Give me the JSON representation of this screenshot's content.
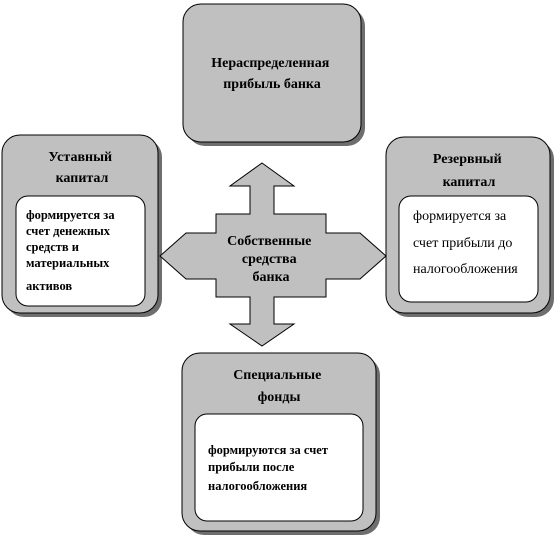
{
  "center": {
    "lines": [
      "Собственные",
      "средства",
      "банка"
    ]
  },
  "top": {
    "title_lines": [
      "Нераспределенная",
      "прибыль банка"
    ]
  },
  "left": {
    "title_lines": [
      "Уставный",
      "капитал"
    ],
    "desc_lines": [
      "формируется за",
      "счет денежных",
      "средств и",
      "материальных",
      "активов"
    ]
  },
  "right": {
    "title_lines": [
      "Резервный",
      "капитал"
    ],
    "desc_lines": [
      "формируется за",
      "счет прибыли до",
      "налогообложения"
    ]
  },
  "bottom": {
    "title_lines": [
      "Специальные",
      "фонды"
    ],
    "desc_lines": [
      "формируются за счет",
      "прибыли после",
      "налогообложения"
    ]
  },
  "colors": {
    "box_fill": "#c0c0c0",
    "shadow": "#6e6e6e",
    "stroke": "#000000",
    "inner_fill": "#ffffff"
  }
}
